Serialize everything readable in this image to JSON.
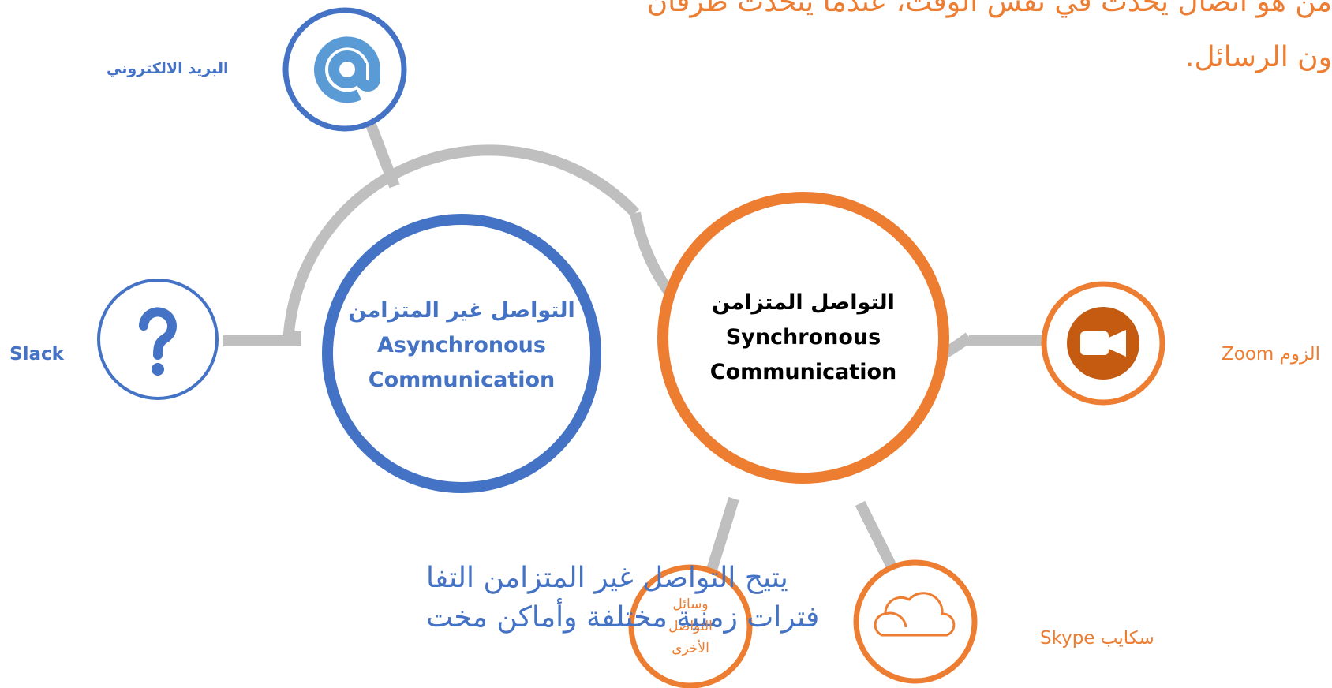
{
  "top_text": {
    "line1": "من هو اتصال يحدث في نفس الوقت، عندما يتحدث طرفان",
    "line2": "ون الرسائل."
  },
  "bottom_text": {
    "line1": "يتيح التواصل غير المتزامن التفا",
    "line2": "فترات زمنية مختلفة وأماكن مخت"
  },
  "async_hub": {
    "label_ar": "التواصل غير المتزامن",
    "label_en_1": "Asynchronous",
    "label_en_2": "Communication",
    "color": "#4472C4"
  },
  "sync_hub": {
    "label_ar": "التواصل المتزامن",
    "label_en_1": "Synchronous",
    "label_en_2": "Communication",
    "color": "#ED7D31"
  },
  "nodes": {
    "email": {
      "label": "البريد الالكتروني",
      "icon": "at-icon"
    },
    "slack": {
      "label": "Slack",
      "icon": "question-icon"
    },
    "zoom": {
      "label": "الزوم Zoom",
      "icon": "video-camera-icon"
    },
    "skype": {
      "label": "سكايب Skype",
      "icon": "cloud-icon"
    },
    "other": {
      "line1": "وسائل",
      "line2": "التواصل",
      "line3": "الأخرى"
    }
  },
  "colors": {
    "connector": "#BFBFBF",
    "icon_fill_blue": "#5B9BD5",
    "icon_fill_orange": "#C55A11"
  }
}
